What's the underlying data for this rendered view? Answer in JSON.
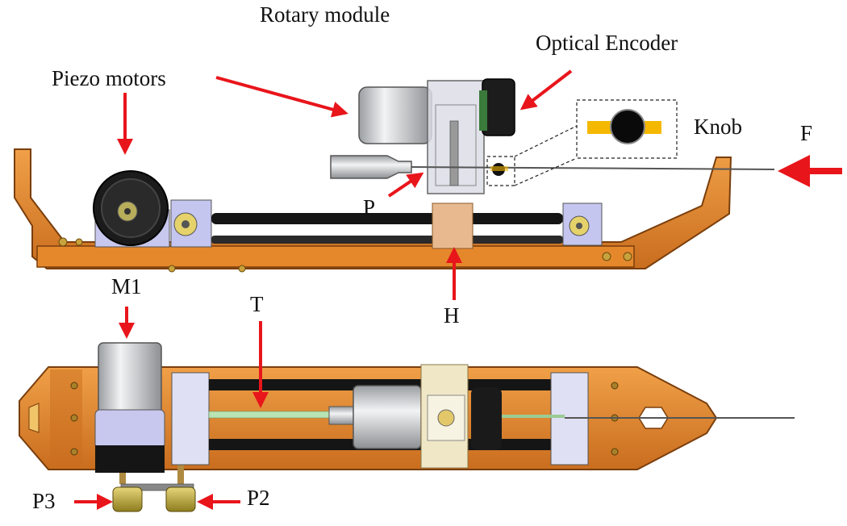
{
  "labels": {
    "rotary_module": "Rotary module",
    "optical_encoder": "Optical Encoder",
    "piezo_motors": "Piezo motors",
    "knob": "Knob",
    "force": "F",
    "p": "P",
    "h": "H",
    "m1": "M1",
    "t": "T",
    "p3": "P3",
    "p2": "P2"
  },
  "colors": {
    "frame_orange": "#e08a2c",
    "frame_dark": "#b8641a",
    "arrow_red": "#e8151b",
    "knob_yellow": "#f5b800",
    "slider_block": "#e8b98f",
    "motor_silver": "#d8dadc",
    "rail_black": "#151515",
    "tube_green": "#b9e3b4",
    "clamp_lavender": "#c8c8ee"
  }
}
